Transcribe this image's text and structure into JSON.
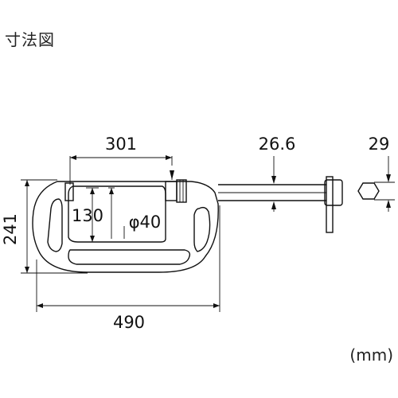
{
  "title": "寸法図",
  "unit": "(mm)",
  "dimensions": {
    "throat_width": "301",
    "screw_diameter": "26.6",
    "hex_size": "29",
    "throat_depth": "130",
    "pad_diameter": "φ40",
    "overall_height": "241",
    "overall_length": "490"
  }
}
